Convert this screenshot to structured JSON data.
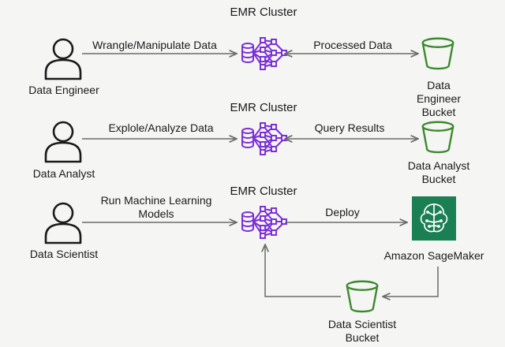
{
  "colors": {
    "emr": "#7b2fd8",
    "bucket": "#3a8a2c",
    "sagemaker": "#1b7f54",
    "person": "#1a1a1a",
    "arrow": "#6b6b6b",
    "background": "#f5f5f4"
  },
  "icons": {
    "person": "user-icon",
    "emr": "emr-cluster-icon",
    "bucket": "s3-bucket-icon",
    "sagemaker": "sagemaker-icon"
  },
  "rows": [
    {
      "persona": "Data Engineer",
      "cluster": "EMR Cluster",
      "input_action": "Wrangle/Manipulate Data",
      "output_action": "Processed Data",
      "target": "Data Engineer\nBucket"
    },
    {
      "persona": "Data Analyst",
      "cluster": "EMR Cluster",
      "input_action": "Explole/Analyze Data",
      "output_action": "Query Results",
      "target": "Data Analyst\nBucket"
    },
    {
      "persona": "Data Scientist",
      "cluster": "EMR Cluster",
      "input_action": "Run Machine Learning\nModels",
      "output_action": "Deploy",
      "target": "Amazon SageMaker"
    }
  ],
  "scientist_bucket": "Data Scientist\nBucket"
}
